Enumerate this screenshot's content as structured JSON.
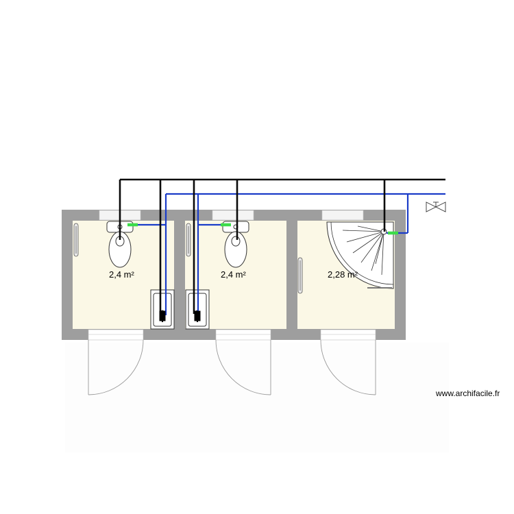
{
  "rooms": [
    {
      "area_label": "2,4 m²"
    },
    {
      "area_label": "2,4 m²"
    },
    {
      "area_label": "2,28 m²"
    }
  ],
  "watermark": "www.archifacile.fr",
  "colors": {
    "wall": "#9e9e9e",
    "room_fill": "#fbf8e6",
    "black_pipe": "#0a0a0a",
    "blue_pipe": "#1a3cc8",
    "green_fitting": "#3ddc4a",
    "fixture_line": "#333333",
    "door_line": "#9a9a9a"
  },
  "icons": {
    "valve": "valve-symbol-icon",
    "toilet": "toilet-icon",
    "sink": "sink-icon",
    "shower": "corner-shower-icon",
    "towel_rail": "towel-rail-icon"
  }
}
